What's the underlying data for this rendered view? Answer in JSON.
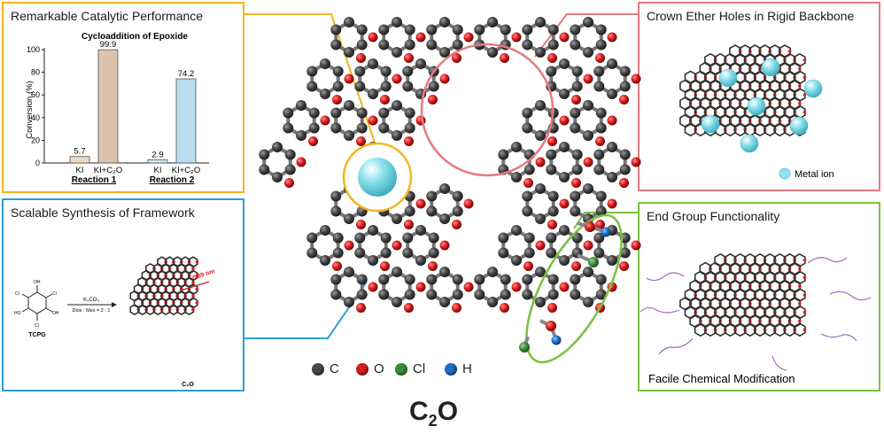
{
  "main_title": {
    "main": "C",
    "sub": "2",
    "tail": "O"
  },
  "panels": {
    "catalytic": {
      "title": "Remarkable Catalytic Performance",
      "chart_title": "Cycloaddition of Epoxide",
      "ylabel": "Conversion (%)",
      "yticks": [
        "0",
        "20",
        "40",
        "60",
        "80",
        "100"
      ]
    },
    "synthesis": {
      "title": "Scalable Synthesis of Framework",
      "reactant_label": "TCPG",
      "reagent_label": "K₂CO₃",
      "solvent_label": "Diox : Mes = 2 : 1",
      "distance_label": "0.89 nm",
      "product_label": "C₂O"
    },
    "crown": {
      "title": "Crown Ether Holes in Rigid Backbone",
      "legend_label": "Metal ion"
    },
    "endgroup": {
      "title": "End Group Functionality",
      "caption": "Facile Chemical Modification"
    }
  },
  "chart_data": {
    "type": "bar",
    "title": "Cycloaddition of Epoxide",
    "ylabel": "Conversion (%)",
    "ylim": [
      0,
      100
    ],
    "categories": [
      "KI",
      "KI+C₂O",
      "KI",
      "KI+C₂O"
    ],
    "groups": [
      "Reaction 1",
      "Reaction 2"
    ],
    "values": [
      5.7,
      99.9,
      2.9,
      74.2
    ],
    "data_labels": [
      "5.7",
      "99.9",
      "2.9",
      "74.2"
    ],
    "colors": [
      "#ecd9c6",
      "#ddc3ad",
      "#cfe6f2",
      "#b9dcf0"
    ]
  },
  "legend": [
    {
      "label": "C",
      "color": "#4a4a4a"
    },
    {
      "label": "O",
      "color": "#d81e1e"
    },
    {
      "label": "Cl",
      "color": "#3e8e3a"
    },
    {
      "label": "H",
      "color": "#1f6fc4"
    }
  ],
  "colors": {
    "yellow": "#f2b51d",
    "blue": "#2a9fd6",
    "pink": "#e77a80",
    "green": "#7ac143",
    "carbon": "#4a4a4a",
    "oxygen": "#d81e1e",
    "metal_ion": "#8fe3ee"
  }
}
